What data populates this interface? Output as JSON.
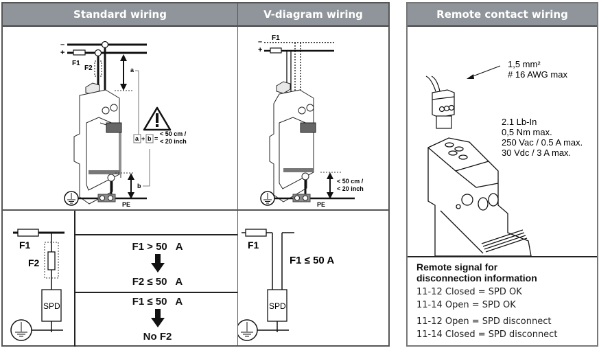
{
  "panels": {
    "standard": {
      "title": "Standard wiring",
      "labels": {
        "minus": "–",
        "plus": "+",
        "f1": "F1",
        "f2": "F2",
        "a": "a",
        "b": "b",
        "pe": "PE",
        "sum_a": "a",
        "sum_plus": "+",
        "sum_b": "b",
        "sum_eq": "=",
        "limit_cm": "< 50 cm /",
        "limit_inch": "< 20 inch"
      },
      "schematic": {
        "f1": "F1",
        "f2": "F2",
        "spd": "SPD"
      },
      "rules": [
        {
          "condition": "F1 > 50   A",
          "result": "F2 ≤ 50   A"
        },
        {
          "condition": "F1 ≤ 50   A",
          "result": "No F2"
        }
      ]
    },
    "vdiagram": {
      "title": "V-diagram wiring",
      "labels": {
        "minus": "–",
        "plus": "+",
        "f1": "F1",
        "pe": "PE",
        "limit_cm": "< 50 cm /",
        "limit_inch": "< 20 inch"
      },
      "schematic": {
        "f1": "F1",
        "spd": "SPD",
        "rule": "F1 ≤ 50 A"
      }
    },
    "remote": {
      "title": "Remote contact wiring",
      "wire_spec": [
        "1,5 mm²",
        "# 16 AWG max"
      ],
      "torque_spec": [
        "2.1 Lb-In",
        "0,5 Nm max.",
        "250 Vac / 0.5 A max.",
        "30 Vdc / 3 A max."
      ],
      "signal_title": [
        "Remote signal for",
        "disconnection information"
      ],
      "signal_ok": [
        "11-12 Closed = SPD OK",
        "11-14 Open = SPD OK"
      ],
      "signal_fail": [
        "11-12 Open = SPD disconnect",
        "11-14 Closed = SPD disconnect"
      ]
    }
  },
  "colors": {
    "header_bg": "#8f959a",
    "header_text": "#ffffff",
    "terminal_block": "#8a8a8a"
  }
}
